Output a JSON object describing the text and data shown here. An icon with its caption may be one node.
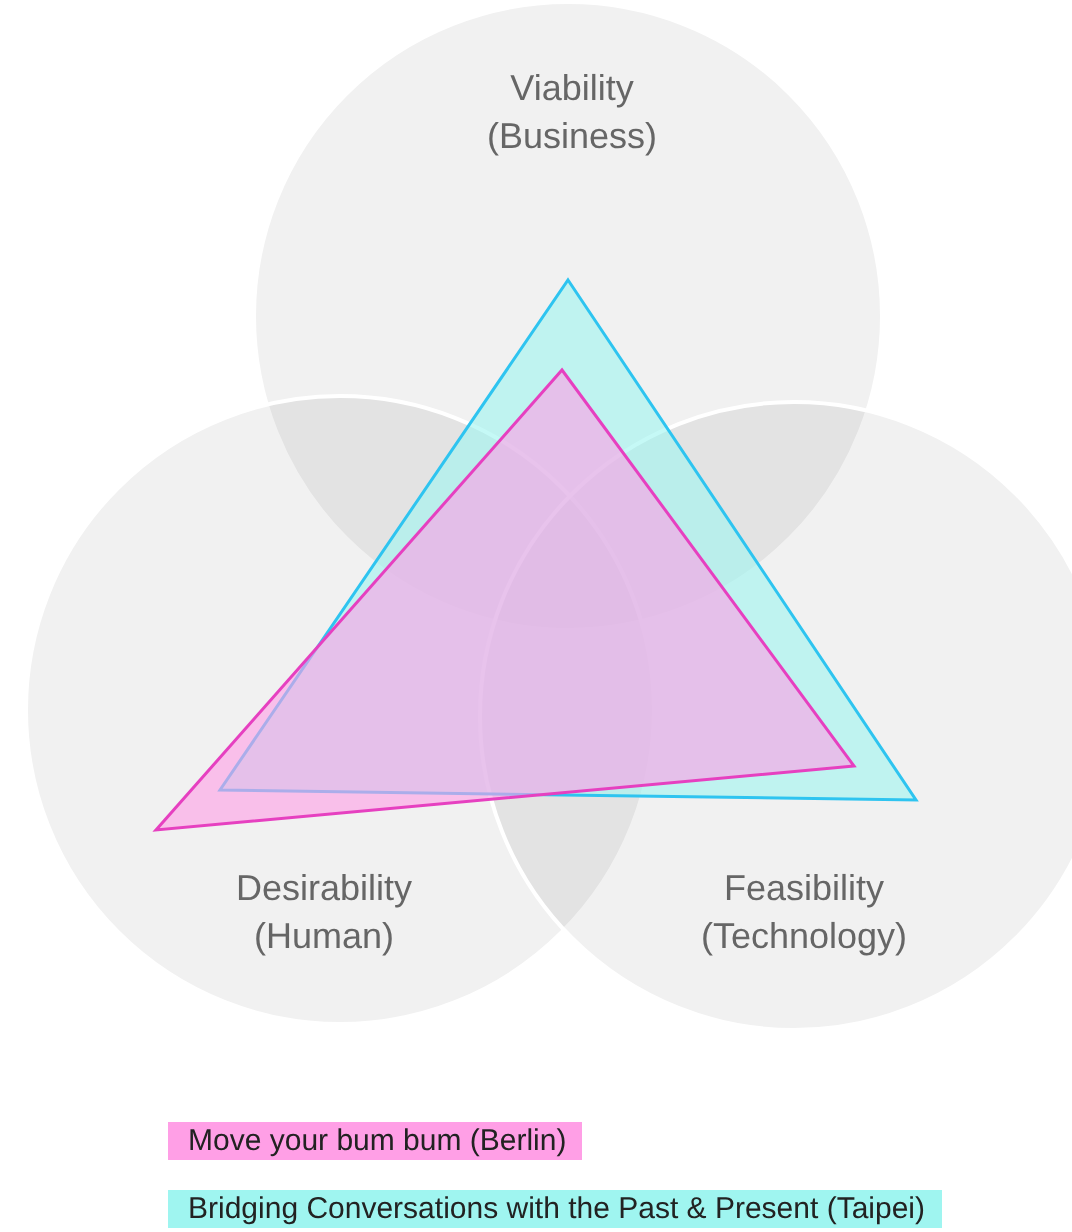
{
  "diagram": {
    "nodes": [
      {
        "text": [
          "Viability (Business)"
        ]
      },
      {
        "text": [
          "Desirability (Human)"
        ]
      },
      {
        "text": [
          "Feasibility (Technology)"
        ]
      }
    ],
    "edges": [],
    "legend": [
      {
        "text": "Move your bum bum (Berlin)",
        "color": "#ff9fe6"
      },
      {
        "text": "Bridging Conversations with the Past & Present (Taipei)",
        "color": "#9ff5f0"
      }
    ]
  }
}
